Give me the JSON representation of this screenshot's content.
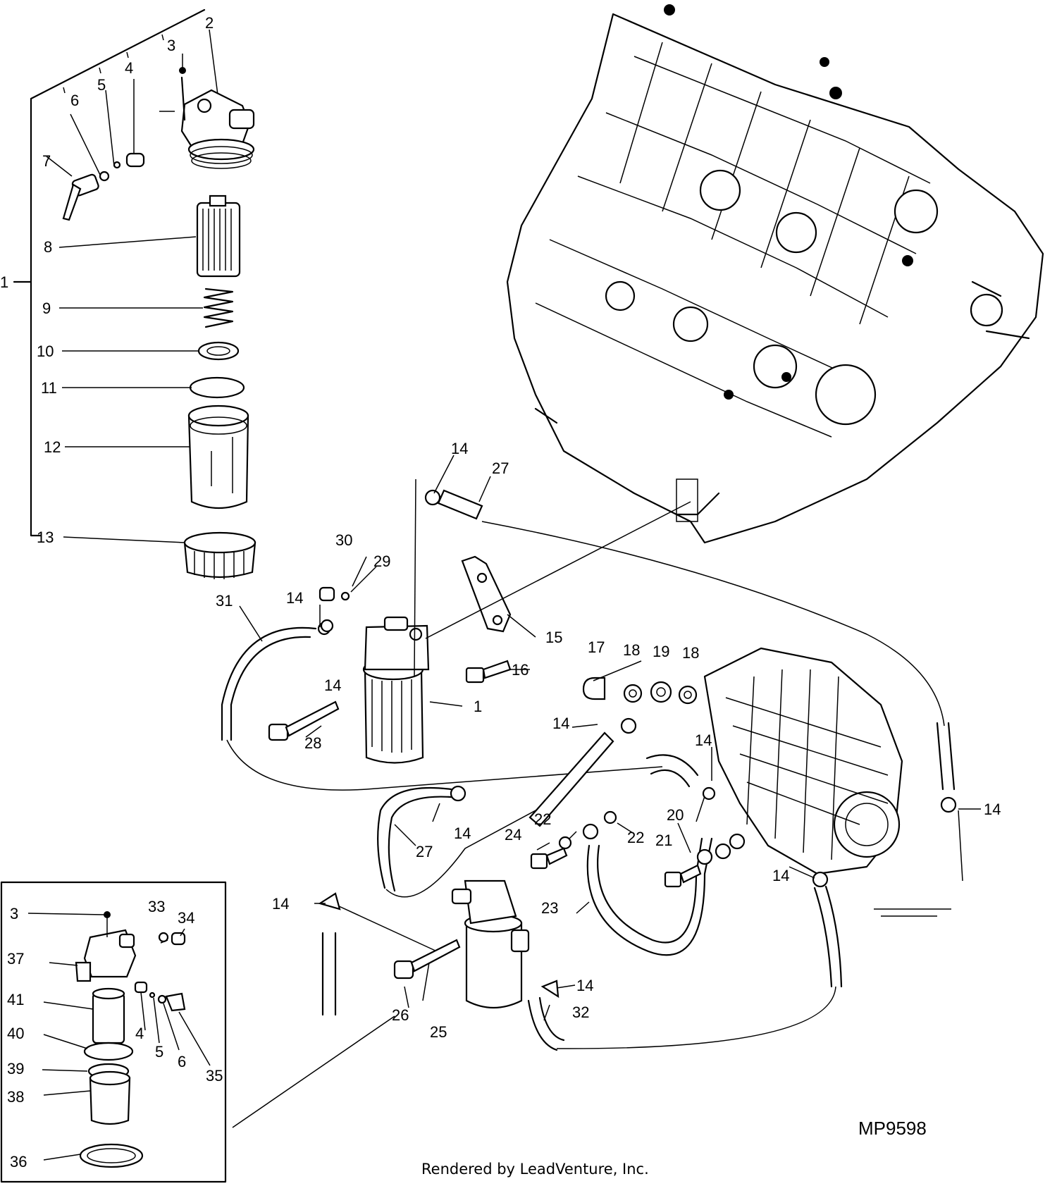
{
  "diagram": {
    "reference_code": "MP9598",
    "credit": "Rendered by LeadVenture, Inc.",
    "callouts": [
      {
        "id": "c1a",
        "text": "1"
      },
      {
        "id": "c2",
        "text": "2"
      },
      {
        "id": "c3a",
        "text": "3"
      },
      {
        "id": "c4a",
        "text": "4"
      },
      {
        "id": "c5a",
        "text": "5"
      },
      {
        "id": "c6a",
        "text": "6"
      },
      {
        "id": "c7",
        "text": "7"
      },
      {
        "id": "c8",
        "text": "8"
      },
      {
        "id": "c9",
        "text": "9"
      },
      {
        "id": "c10",
        "text": "10"
      },
      {
        "id": "c11",
        "text": "11"
      },
      {
        "id": "c12",
        "text": "12"
      },
      {
        "id": "c13",
        "text": "13"
      },
      {
        "id": "c14a",
        "text": "14"
      },
      {
        "id": "c27a",
        "text": "27"
      },
      {
        "id": "c30",
        "text": "30"
      },
      {
        "id": "c29",
        "text": "29"
      },
      {
        "id": "c31",
        "text": "31"
      },
      {
        "id": "c14b",
        "text": "14"
      },
      {
        "id": "c15",
        "text": "15"
      },
      {
        "id": "c14c",
        "text": "14"
      },
      {
        "id": "c16",
        "text": "16"
      },
      {
        "id": "c1b",
        "text": "1"
      },
      {
        "id": "c28",
        "text": "28"
      },
      {
        "id": "c17",
        "text": "17"
      },
      {
        "id": "c18a",
        "text": "18"
      },
      {
        "id": "c19",
        "text": "19"
      },
      {
        "id": "c18b",
        "text": "18"
      },
      {
        "id": "c14d",
        "text": "14"
      },
      {
        "id": "c14e",
        "text": "14"
      },
      {
        "id": "c14f",
        "text": "14"
      },
      {
        "id": "c27b",
        "text": "27"
      },
      {
        "id": "c22a",
        "text": "22"
      },
      {
        "id": "c22b",
        "text": "22"
      },
      {
        "id": "c24",
        "text": "24"
      },
      {
        "id": "c20",
        "text": "20"
      },
      {
        "id": "c21",
        "text": "21"
      },
      {
        "id": "c14g",
        "text": "14"
      },
      {
        "id": "c14h",
        "text": "14"
      },
      {
        "id": "c14i",
        "text": "14"
      },
      {
        "id": "c23",
        "text": "23"
      },
      {
        "id": "c14j",
        "text": "14"
      },
      {
        "id": "c26",
        "text": "26"
      },
      {
        "id": "c32",
        "text": "32"
      },
      {
        "id": "c25",
        "text": "25"
      },
      {
        "id": "c3b",
        "text": "3"
      },
      {
        "id": "c33",
        "text": "33"
      },
      {
        "id": "c34",
        "text": "34"
      },
      {
        "id": "c37",
        "text": "37"
      },
      {
        "id": "c41",
        "text": "41"
      },
      {
        "id": "c40",
        "text": "40"
      },
      {
        "id": "c4b",
        "text": "4"
      },
      {
        "id": "c39",
        "text": "39"
      },
      {
        "id": "c5b",
        "text": "5"
      },
      {
        "id": "c6b",
        "text": "6"
      },
      {
        "id": "c35",
        "text": "35"
      },
      {
        "id": "c38",
        "text": "38"
      },
      {
        "id": "c36",
        "text": "36"
      }
    ]
  }
}
